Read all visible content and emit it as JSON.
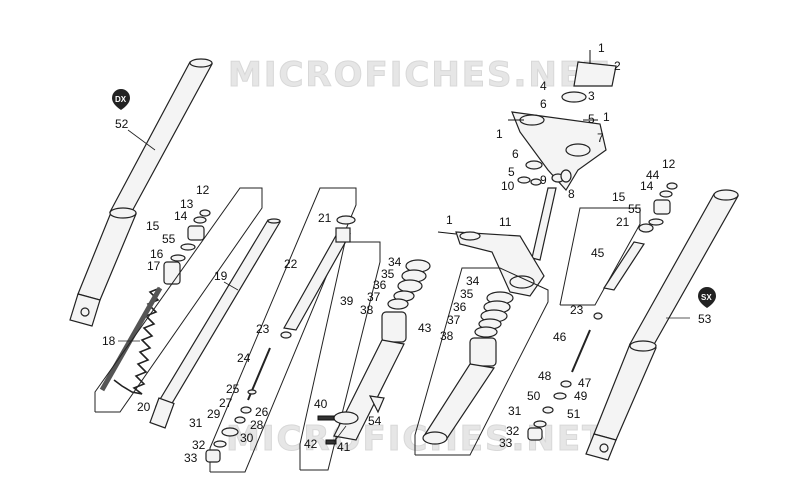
{
  "watermark": {
    "top": "MICROFICHES.NET",
    "bottom": "MICROFICHES.NET"
  },
  "markers": {
    "right_side": "DX",
    "left_side": "SX"
  },
  "callouts": {
    "c52": "52",
    "c53": "53",
    "t1a": "1",
    "t2": "2",
    "t3": "3",
    "t4": "4",
    "t5a": "5",
    "t1b": "1",
    "t6a": "6",
    "t7": "7",
    "t1c": "1",
    "t6b": "6",
    "t5b": "5",
    "t10": "10",
    "t9": "9",
    "t8": "8",
    "t1d": "1",
    "t11": "11",
    "l12": "12",
    "l13": "13",
    "l14": "14",
    "l15": "15",
    "l55": "55",
    "l16": "16",
    "l17": "17",
    "l18": "18",
    "l19": "19",
    "l20": "20",
    "l21": "21",
    "l22": "22",
    "l23": "23",
    "l24": "24",
    "l25": "25",
    "l27": "27",
    "l26": "26",
    "l29": "29",
    "l28": "28",
    "l31": "31",
    "l30": "30",
    "l32": "32",
    "l33": "33",
    "m34": "34",
    "m35": "35",
    "m36": "36",
    "m37": "37",
    "m38": "38",
    "m39": "39",
    "m40": "40",
    "m54": "54",
    "m42": "42",
    "m41": "41",
    "n34": "34",
    "n35": "35",
    "n36": "36",
    "n37": "37",
    "n38": "38",
    "n43": "43",
    "r12": "12",
    "r44": "44",
    "r14": "14",
    "r15": "15",
    "r55": "55",
    "r21": "21",
    "r45": "45",
    "r23": "23",
    "r46": "46",
    "r48": "48",
    "r47": "47",
    "r50": "50",
    "r49": "49",
    "r31": "31",
    "r51": "51",
    "r32": "32",
    "r33": "33"
  }
}
